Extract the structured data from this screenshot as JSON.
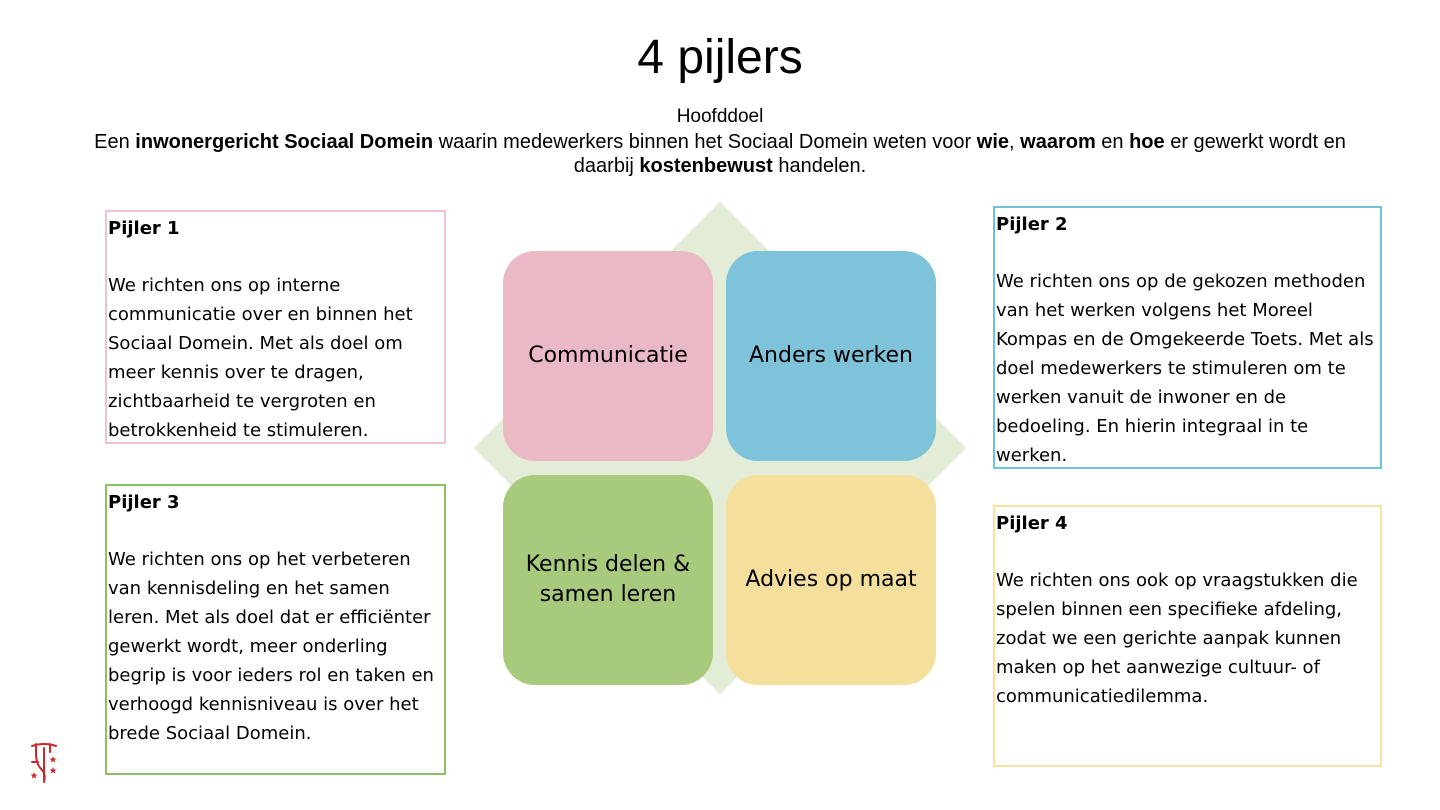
{
  "slide": {
    "title": "4 pijlers",
    "subtitle": "Hoofddoel",
    "goal": {
      "p1": "Een ",
      "b1": "inwonergericht Sociaal Domein",
      "p2": " waarin medewerkers binnen het Sociaal Domein weten voor ",
      "b2": "wie",
      "p3": ", ",
      "b3": "waarom",
      "p4": " en ",
      "b4": "hoe",
      "p5": " er gewerkt wordt en daarbij ",
      "b5": "kostenbewust",
      "p6": " handelen."
    }
  },
  "pillars": [
    {
      "title": "Pijler 1",
      "text": "We richten ons op interne communicatie over en binnen het Sociaal Domein. Met als doel om meer kennis over te dragen, zichtbaarheid te vergroten en betrokkenheid te stimuleren.",
      "color": "#f2c1d0"
    },
    {
      "title": "Pijler 2",
      "text": "We richten ons op de gekozen methoden van het werken volgens het Moreel Kompas en de Omgekeerde Toets. Met als doel medewerkers te stimuleren om te werken vanuit de inwoner en de bedoeling. En hierin integraal in te werken.",
      "color": "#6dc3d8"
    },
    {
      "title": "Pijler 3",
      "text": "We richten ons op het verbeteren van kennisdeling en het samen leren. Met als doel dat er efficiënter gewerkt wordt, meer onderling begrip is voor ieders rol en taken en verhoogd kennisniveau is over het brede Sociaal Domein.",
      "color": "#8dbf65"
    },
    {
      "title": "Pijler 4",
      "text": "We richten ons ook op vraagstukken die spelen binnen een specifieke afdeling, zodat we een gerichte aanpak kunnen maken op het aanwezige cultuur- of communicatiedilemma.",
      "color": "#f8e4a0"
    }
  ],
  "quadrants": [
    {
      "label": "Communicatie",
      "color": "#ebb8c5"
    },
    {
      "label": "Anders werken",
      "color": "#7ec3da"
    },
    {
      "label": "Kennis delen & samen leren",
      "color": "#a8ca7c"
    },
    {
      "label": "Advies op maat",
      "color": "#f5df9d"
    }
  ],
  "diamond_color": "#e2ecd6",
  "logo": {
    "icon": "municipal-coat-of-arms-icon",
    "color": "#c8282e"
  }
}
